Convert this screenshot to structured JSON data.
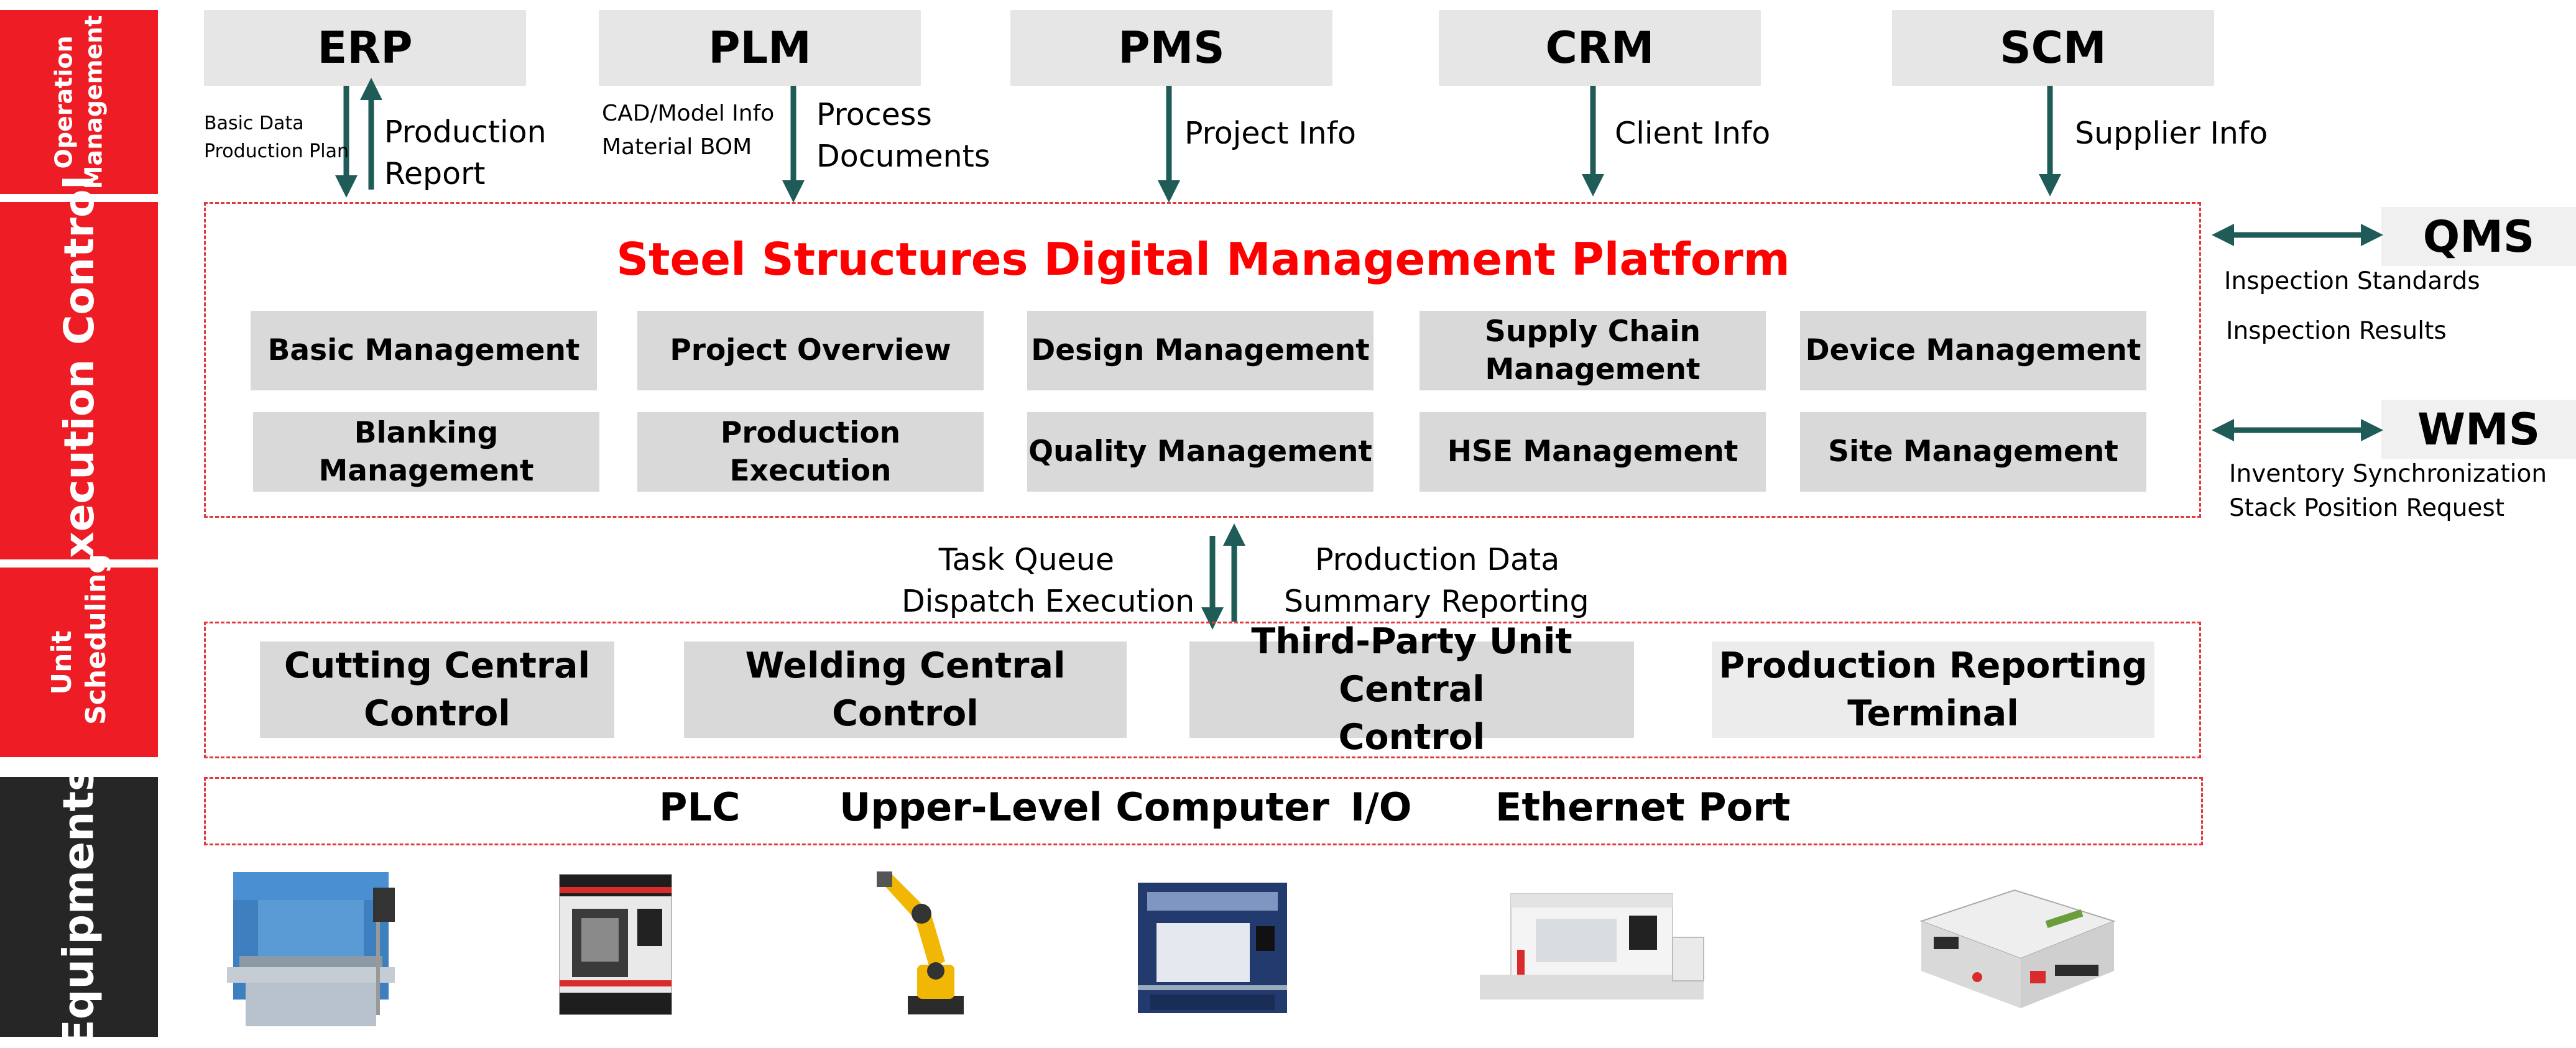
{
  "layers": {
    "operation": "Operation Management",
    "execution": "Execution Control",
    "unit": "Unit Scheduling",
    "equipments": "Equipments"
  },
  "systems": {
    "erp": "ERP",
    "plm": "PLM",
    "pms": "PMS",
    "crm": "CRM",
    "scm": "SCM",
    "qms": "QMS",
    "wms": "WMS"
  },
  "flows": {
    "erp_in": [
      "Basic Data",
      "Production Plan"
    ],
    "erp_out": [
      "Production",
      "Report"
    ],
    "plm_in": [
      "CAD/Model Info",
      "Material BOM"
    ],
    "plm_out": [
      "Process",
      "Documents"
    ],
    "pms": "Project Info",
    "crm": "Client Info",
    "scm": "Supplier Info",
    "qms": [
      "Inspection Standards",
      "Inspection Results"
    ],
    "wms": [
      "Inventory Synchronization",
      "Stack Position Request"
    ],
    "down": [
      "Task Queue",
      "Dispatch Execution"
    ],
    "up": [
      "Production Data",
      "Summary Reporting"
    ]
  },
  "platform": {
    "title": "Steel Structures Digital Management Platform",
    "modules": [
      [
        "Basic Management"
      ],
      [
        "Project Overview"
      ],
      [
        "Design Management"
      ],
      [
        "Supply Chain",
        "Management"
      ],
      [
        "Device Management"
      ],
      [
        "Blanking",
        "Management"
      ],
      [
        "Production Execution"
      ],
      [
        "Quality Management"
      ],
      [
        "HSE Management"
      ],
      [
        "Site Management"
      ]
    ]
  },
  "units": [
    [
      "Cutting Central",
      "Control"
    ],
    [
      "Welding Central Control"
    ],
    [
      "Third-Party Unit Central",
      "Control"
    ],
    [
      "Production Reporting",
      "Terminal"
    ]
  ],
  "protocols": [
    "PLC",
    "Upper-Level Computer",
    "I/O",
    "Ethernet Port"
  ],
  "equipment": [
    "press-brake",
    "cnc-machining-center",
    "industrial-robot-arm",
    "cutting-machine",
    "laser-cutting-machine",
    "agv-robot"
  ],
  "colors": {
    "layer_red": "#ee1c25",
    "layer_dark": "#262626",
    "arrow": "#1f5c57",
    "platform_title": "#ff0000",
    "dashed_border": "#e0393e"
  }
}
